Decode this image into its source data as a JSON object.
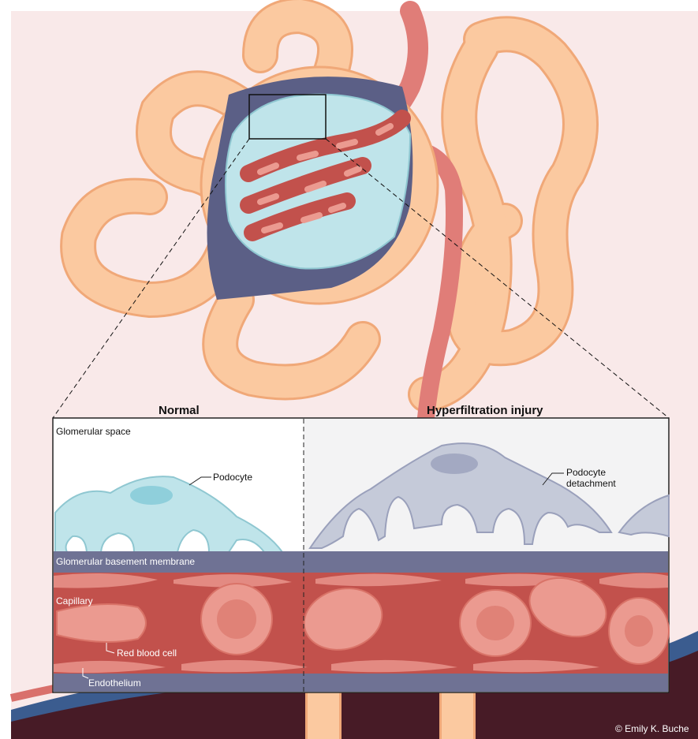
{
  "headings": {
    "normal": "Normal",
    "injury": "Hyperfiltration injury"
  },
  "labels": {
    "glomerular_space": "Glomerular space",
    "podocyte": "Podocyte",
    "podocyte_detachment": "Podocyte\ndetachment",
    "gbm": "Glomerular basement membrane",
    "capillary": "Capillary",
    "red_blood_cell": "Red blood cell",
    "endothelium": "Endothelium"
  },
  "credit": "© Emily K. Buche",
  "colors": {
    "background": "#f9e9e9",
    "tubule": "#fbc9a0",
    "tubule_outline": "#f0a878",
    "bowman_space": "#5b5f86",
    "podocyte": "#bfe4ea",
    "podocyte_injured": "#c5cad9",
    "vessel": "#e07d78",
    "capillary": "#c2514c",
    "rbc": "#eb9a90",
    "gbm": "#6f7294",
    "blood_vessel": "#3b5c8f"
  }
}
